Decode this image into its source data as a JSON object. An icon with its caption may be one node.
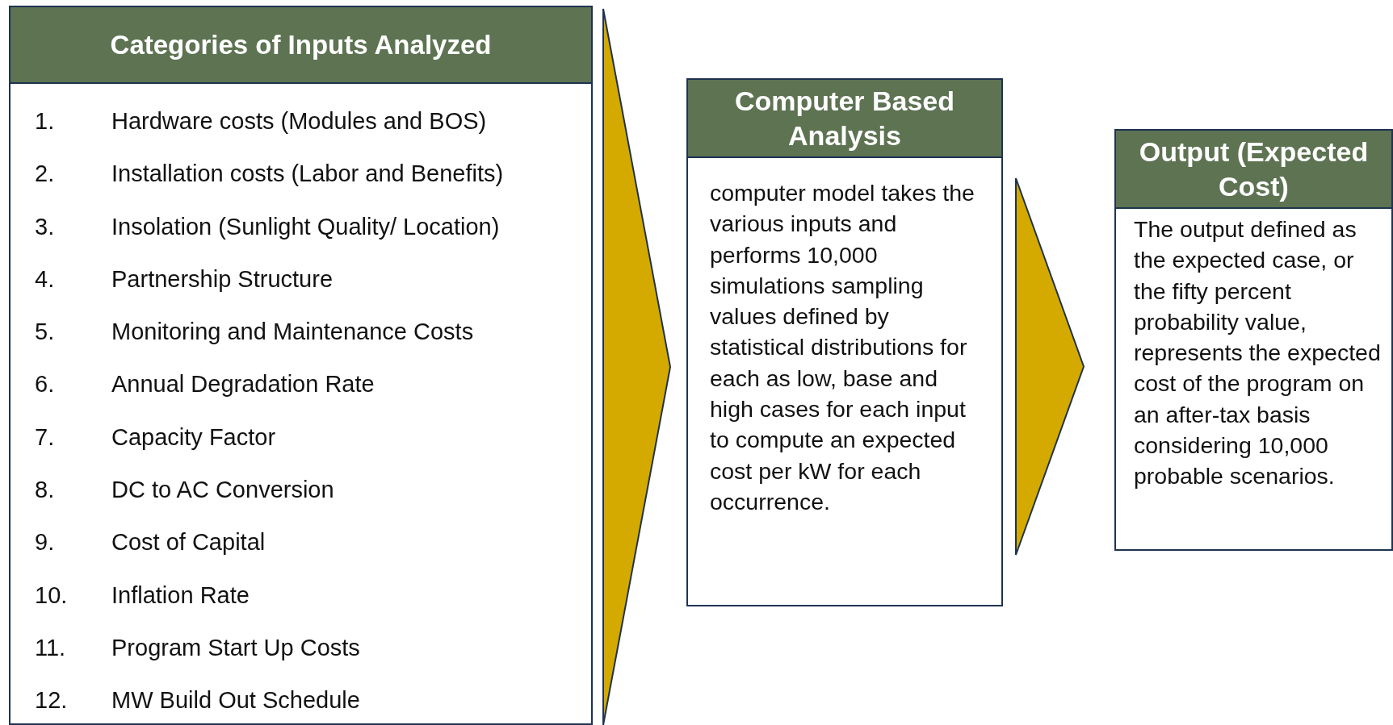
{
  "diagram": {
    "nodes": [
      {
        "text": [
          "Categories of Inputs Analyzed",
          "1. Hardware costs (Modules and BOS)",
          "2. Installation costs (Labor and Benefits)",
          "3. Insolation (Sunlight Quality/ Location)",
          "4. Partnership Structure",
          "5. Monitoring and Maintenance Costs",
          "6. Annual Degradation Rate",
          "7. Capacity Factor",
          "8. DC to AC Conversion",
          "9. Cost of Capital",
          "10. Inflation Rate",
          "11. Program Start Up Costs",
          "12. MW Build Out Schedule"
        ]
      },
      {
        "text": [
          "Computer Based Analysis",
          "computer model takes the various inputs and performs 10,000 simulations sampling values defined by statistical distributions for each as low, base and high cases for each input to compute an expected cost per kW  for each occurrence."
        ]
      },
      {
        "text": [
          "Output (Expected Cost)",
          "The output defined as the expected case, or the fifty percent probability value, represents the expected cost of the program on an after-tax basis considering 10,000 probable scenarios."
        ]
      }
    ],
    "edges": [
      {
        "from": 0,
        "to": 1,
        "arrow": "to"
      },
      {
        "from": 1,
        "to": 2,
        "arrow": "to"
      }
    ]
  }
}
